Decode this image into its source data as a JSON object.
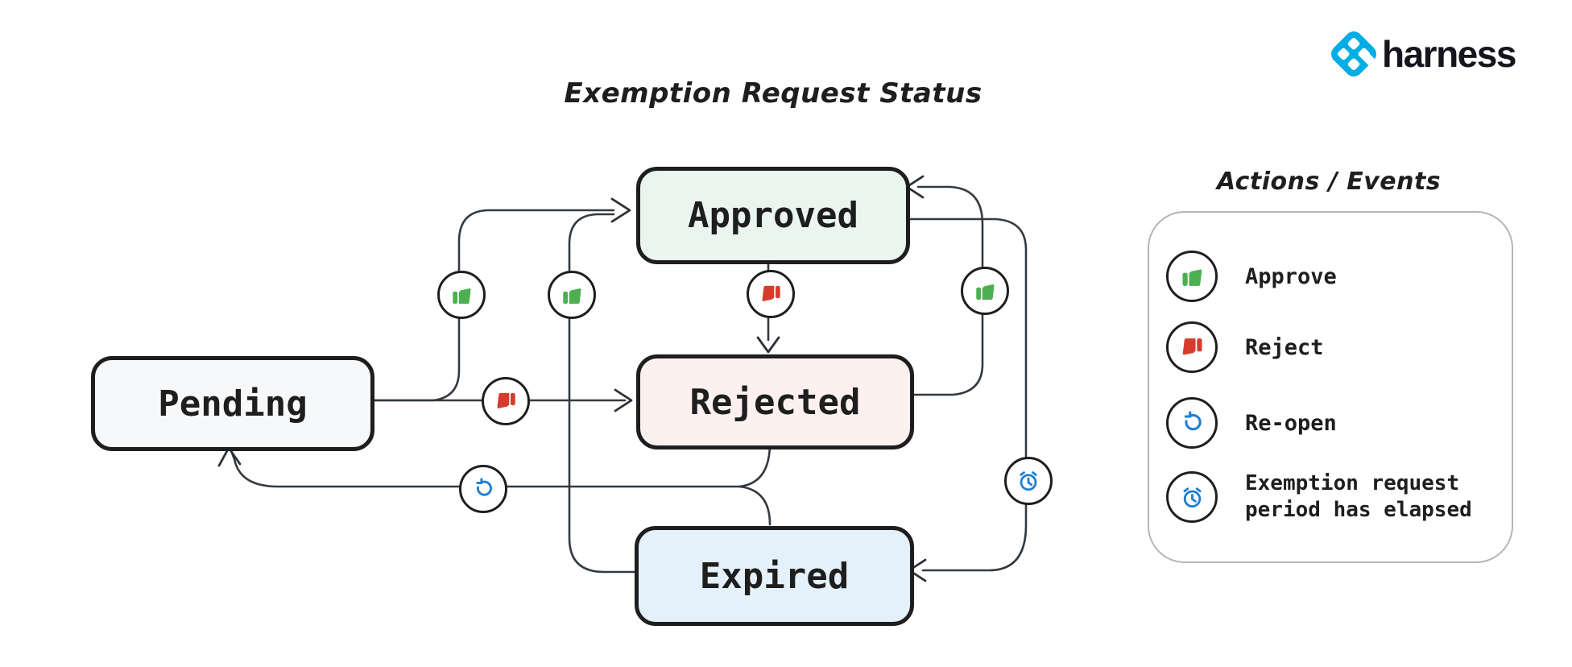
{
  "title": "Exemption Request Status",
  "logo": {
    "text": "harness",
    "brand_blue": "#00ade4"
  },
  "legend": {
    "title": "Actions / Events",
    "items": [
      {
        "icon": "thumbs-up-icon",
        "label": "Approve",
        "color": "#4caf50"
      },
      {
        "icon": "thumbs-down-icon",
        "label": "Reject",
        "color": "#d63c2e"
      },
      {
        "icon": "reopen-icon",
        "label": "Re-open",
        "color": "#1c7ed6"
      },
      {
        "icon": "alarm-clock-icon",
        "label": "Exemption request period has elapsed",
        "color": "#1c7ed6"
      }
    ]
  },
  "states": [
    {
      "id": "pending",
      "label": "Pending",
      "fill": "#f6f8f9"
    },
    {
      "id": "approved",
      "label": "Approved",
      "fill": "#e9f5ee"
    },
    {
      "id": "rejected",
      "label": "Rejected",
      "fill": "#fdf1f0"
    },
    {
      "id": "expired",
      "label": "Expired",
      "fill": "#e4f1fb"
    }
  ],
  "transitions": [
    {
      "from": "Pending",
      "to": "Approved",
      "action": "Approve"
    },
    {
      "from": "Pending",
      "to": "Rejected",
      "action": "Reject"
    },
    {
      "from": "Approved",
      "to": "Rejected",
      "action": "Reject"
    },
    {
      "from": "Rejected",
      "to": "Approved",
      "action": "Approve"
    },
    {
      "from": "Expired",
      "to": "Approved",
      "action": "Approve"
    },
    {
      "from": "Approved",
      "to": "Expired",
      "action": "Exemption request period has elapsed"
    },
    {
      "from": "Rejected",
      "to": "Pending",
      "action": "Re-open"
    },
    {
      "from": "Expired",
      "to": "Pending",
      "action": "Re-open"
    }
  ],
  "colors": {
    "ink": "#1e1e1e",
    "edge": "#343a40",
    "approve_green": "#4caf50",
    "reject_red": "#d63c2e",
    "action_blue": "#1c7ed6",
    "legend_border": "#b1b5ba"
  }
}
